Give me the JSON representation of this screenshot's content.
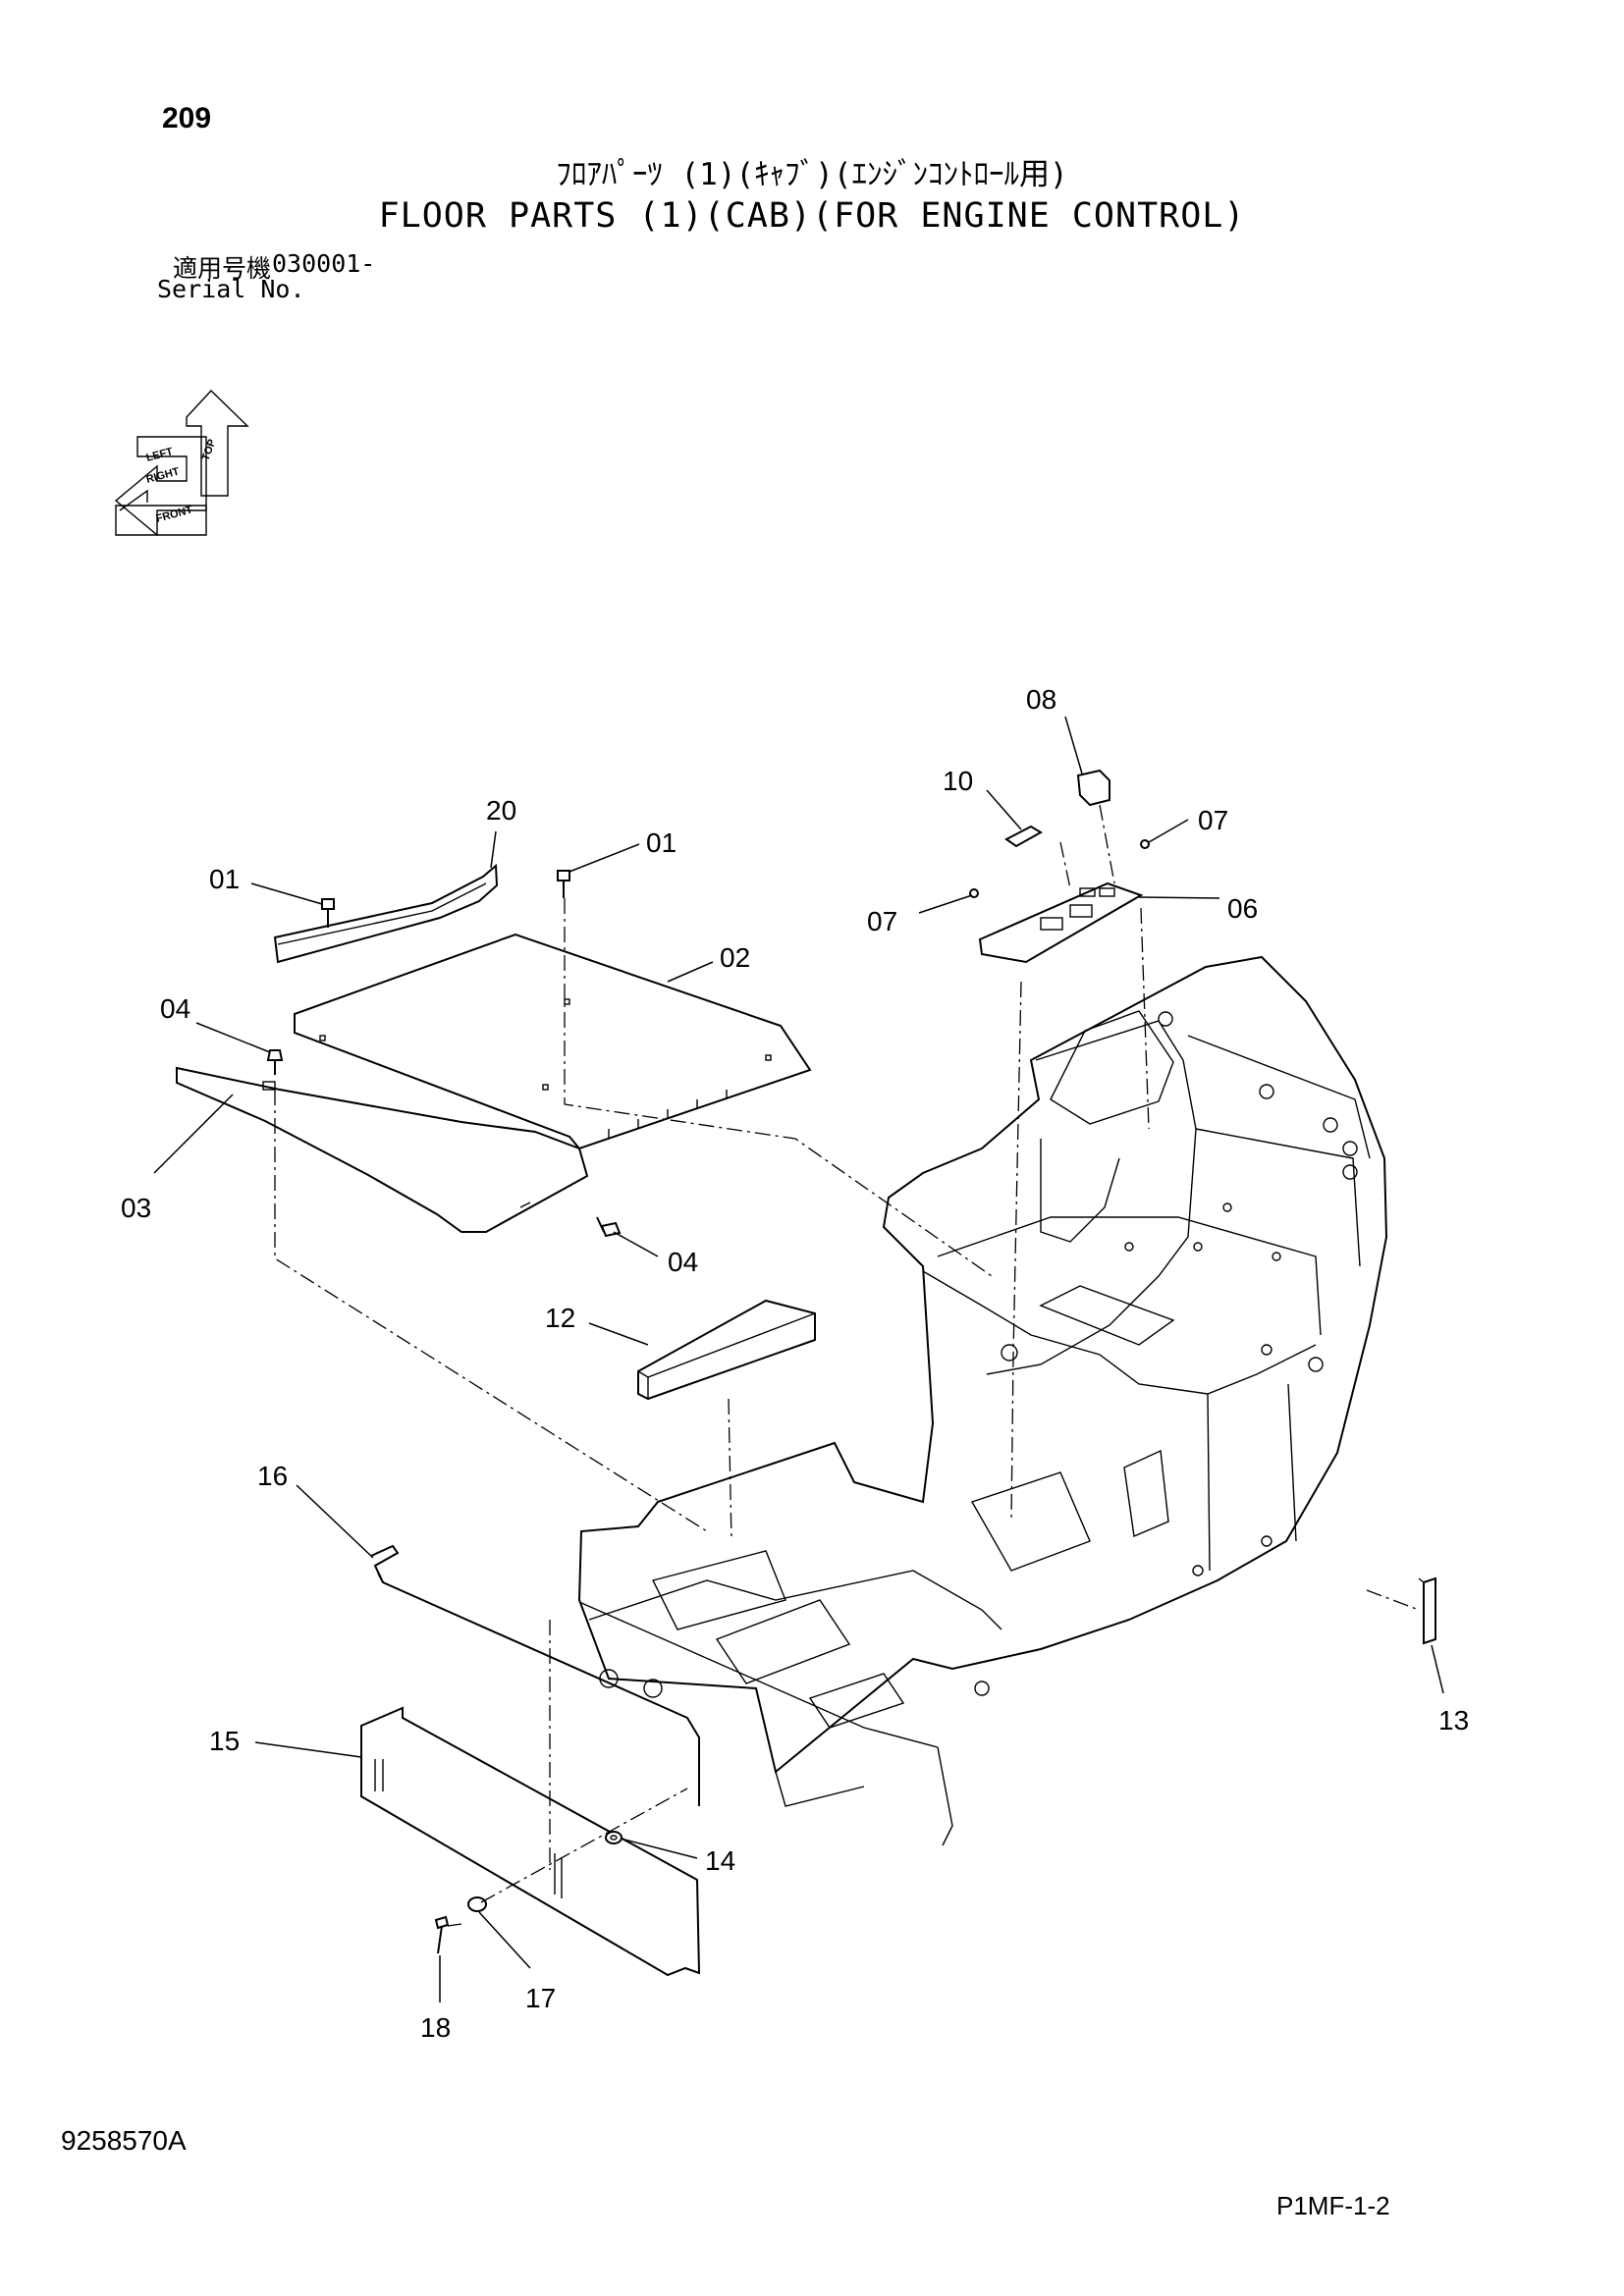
{
  "header": {
    "page_number": "209",
    "title_jp": "ﾌﾛｱﾊﾟｰﾂ (1)(ｷｬﾌﾞ)(ｴﾝｼﾞﾝｺﾝﾄﾛｰﾙ用)",
    "title_en": "FLOOR PARTS (1)(CAB)(FOR ENGINE CONTROL)",
    "applicable_label": "適用号機",
    "applicable_value": "030001-",
    "serial_label": "Serial No."
  },
  "orientation": {
    "labels": [
      "TOP",
      "LEFT",
      "RIGHT",
      "FRONT"
    ]
  },
  "callouts": {
    "c01a": "01",
    "c01b": "01",
    "c02": "02",
    "c03": "03",
    "c04a": "04",
    "c04b": "04",
    "c06": "06",
    "c07a": "07",
    "c07b": "07",
    "c08": "08",
    "c10": "10",
    "c12": "12",
    "c13": "13",
    "c14": "14",
    "c15": "15",
    "c16": "16",
    "c17": "17",
    "c18": "18",
    "c20": "20"
  },
  "footer": {
    "drawing_number": "9258570A",
    "page_code": "P1MF-1-2"
  }
}
